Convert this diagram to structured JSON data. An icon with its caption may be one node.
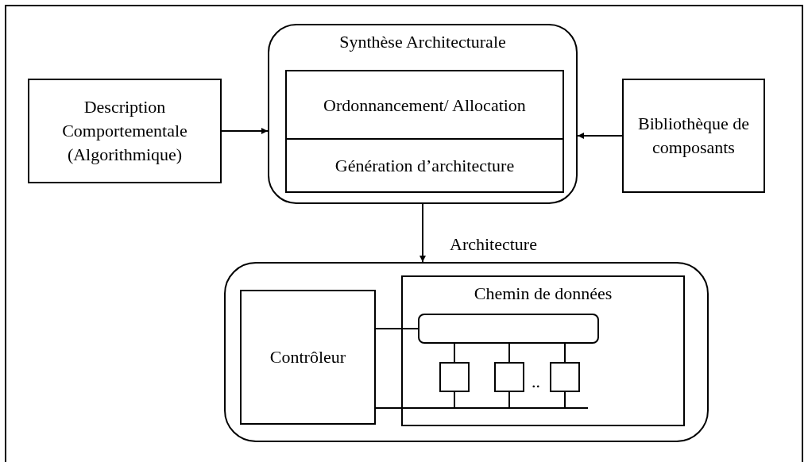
{
  "diagram": {
    "nodes": [
      {
        "text": [
          "Description Comportementale (Algorithmique)"
        ]
      },
      {
        "text": [
          "Synthèse Architecturale"
        ]
      },
      {
        "text": [
          "Ordonnancement/ Allocation"
        ],
        "in": 1
      },
      {
        "text": [
          "Génération d’architecture"
        ],
        "in": 1
      },
      {
        "text": [
          "Bibliothèque de composants"
        ]
      },
      {
        "text": [],
        "shape": "box"
      },
      {
        "text": [
          "Contrôleur"
        ],
        "in": 5
      },
      {
        "text": [
          "Chemin de données"
        ],
        "in": 5
      },
      {
        "text": [],
        "shape": "box",
        "in": 7
      },
      {
        "text": [],
        "shape": "box",
        "in": 7
      },
      {
        "text": [],
        "shape": "box",
        "in": 7
      },
      {
        "text": [],
        "shape": "box",
        "in": 7
      }
    ],
    "edges": [
      {
        "from": 0,
        "to": 1,
        "arrow": "to"
      },
      {
        "from": 4,
        "to": 1,
        "arrow": "to"
      },
      {
        "from": 1,
        "to": 5,
        "arrow": "to",
        "label": "Architecture"
      },
      {
        "from": 6,
        "to": 8,
        "arrow": "none"
      },
      {
        "from": 8,
        "to": 9,
        "arrow": "none"
      },
      {
        "from": 8,
        "to": 10,
        "arrow": "none"
      },
      {
        "from": 8,
        "to": 11,
        "arrow": "none"
      },
      {
        "from": 6,
        "to": 9,
        "arrow": "none"
      },
      {
        "from": 6,
        "to": 10,
        "arrow": "none"
      },
      {
        "from": 6,
        "to": 11,
        "arrow": "none"
      }
    ],
    "labels": [
      ".."
    ]
  }
}
